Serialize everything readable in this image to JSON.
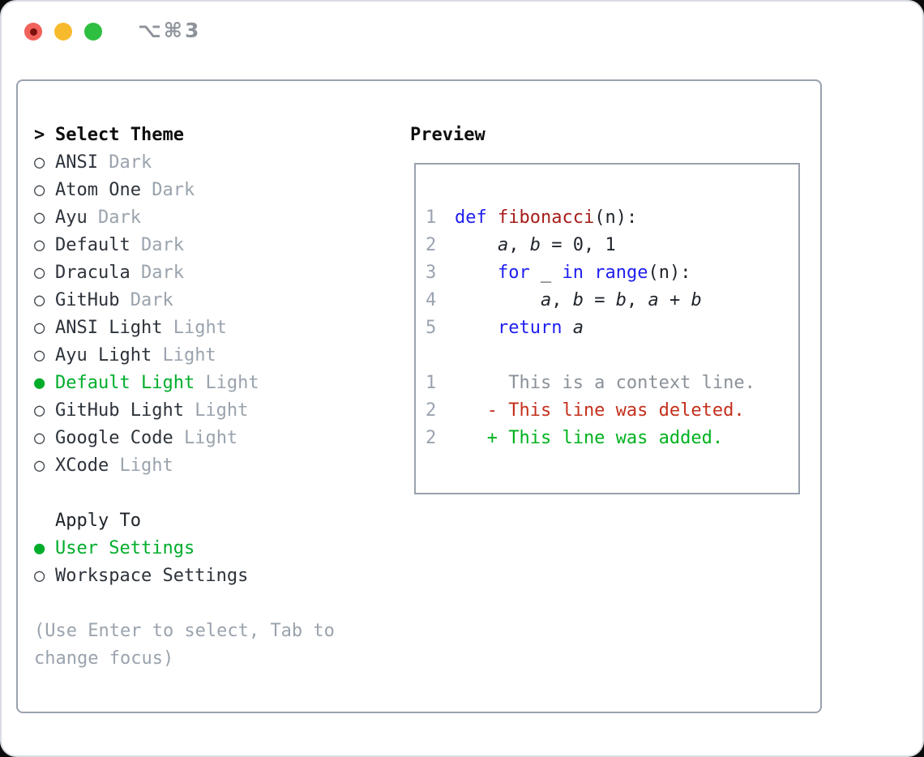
{
  "window": {
    "shortcut_label": "⌥⌘3",
    "traffic_lights": [
      "close",
      "minimize",
      "zoom"
    ]
  },
  "colors": {
    "accent_green": "#00ad2b",
    "muted_gray": "#9aa3ad",
    "text_dark": "#2d333b",
    "panel_border": "#99a2ae",
    "keyword_blue": "#1e1ef0",
    "function_red": "#a61d18",
    "deleted_red": "#c4301c",
    "added_green": "#00b21e",
    "context_gray": "#8a9199",
    "traffic_red": "#f1625b",
    "traffic_yellow": "#f8ba2d",
    "traffic_green": "#2fbf40"
  },
  "theme_picker": {
    "prompt": ">",
    "title": "Select Theme",
    "radio_unselected_glyph": "○",
    "radio_selected_glyph": "●",
    "items": [
      {
        "name": "ANSI",
        "variant": "Dark",
        "selected": false
      },
      {
        "name": "Atom One",
        "variant": "Dark",
        "selected": false
      },
      {
        "name": "Ayu",
        "variant": "Dark",
        "selected": false
      },
      {
        "name": "Default",
        "variant": "Dark",
        "selected": false
      },
      {
        "name": "Dracula",
        "variant": "Dark",
        "selected": false
      },
      {
        "name": "GitHub",
        "variant": "Dark",
        "selected": false
      },
      {
        "name": "ANSI Light",
        "variant": "Light",
        "selected": false
      },
      {
        "name": "Ayu Light",
        "variant": "Light",
        "selected": false
      },
      {
        "name": "Default Light",
        "variant": "Light",
        "selected": true
      },
      {
        "name": "GitHub Light",
        "variant": "Light",
        "selected": false
      },
      {
        "name": "Google Code",
        "variant": "Light",
        "selected": false
      },
      {
        "name": "XCode",
        "variant": "Light",
        "selected": false
      }
    ]
  },
  "apply_to": {
    "title": "Apply To",
    "options": [
      {
        "label": "User Settings",
        "selected": true
      },
      {
        "label": "Workspace Settings",
        "selected": false
      }
    ]
  },
  "hint": {
    "text": "(Use Enter to select, Tab to change focus)"
  },
  "preview": {
    "title": "Preview",
    "code_lines": [
      {
        "num": "1",
        "segments": [
          {
            "t": "def",
            "c": "kw"
          },
          {
            "t": " ",
            "c": "p"
          },
          {
            "t": "fibonacci",
            "c": "fn"
          },
          {
            "t": "(n):",
            "c": "p"
          }
        ]
      },
      {
        "num": "2",
        "segments": [
          {
            "t": "    ",
            "c": "p"
          },
          {
            "t": "a",
            "c": "var"
          },
          {
            "t": ", ",
            "c": "p"
          },
          {
            "t": "b",
            "c": "var"
          },
          {
            "t": " = 0, 1",
            "c": "p"
          }
        ]
      },
      {
        "num": "3",
        "segments": [
          {
            "t": "    ",
            "c": "p"
          },
          {
            "t": "for",
            "c": "kw"
          },
          {
            "t": " _ ",
            "c": "p"
          },
          {
            "t": "in",
            "c": "kw"
          },
          {
            "t": " ",
            "c": "p"
          },
          {
            "t": "range",
            "c": "kw"
          },
          {
            "t": "(n):",
            "c": "p"
          }
        ]
      },
      {
        "num": "4",
        "segments": [
          {
            "t": "        ",
            "c": "p"
          },
          {
            "t": "a",
            "c": "var"
          },
          {
            "t": ", ",
            "c": "p"
          },
          {
            "t": "b",
            "c": "var"
          },
          {
            "t": " = ",
            "c": "p"
          },
          {
            "t": "b",
            "c": "var"
          },
          {
            "t": ", ",
            "c": "p"
          },
          {
            "t": "a",
            "c": "var"
          },
          {
            "t": " + ",
            "c": "p"
          },
          {
            "t": "b",
            "c": "var"
          }
        ]
      },
      {
        "num": "5",
        "segments": [
          {
            "t": "    ",
            "c": "p"
          },
          {
            "t": "return",
            "c": "kw"
          },
          {
            "t": " ",
            "c": "p"
          },
          {
            "t": "a",
            "c": "var"
          }
        ]
      }
    ],
    "diff_lines": [
      {
        "num": "1",
        "marker": " ",
        "text": "This is a context line.",
        "kind": "context"
      },
      {
        "num": "2",
        "marker": "-",
        "text": "This line was deleted.",
        "kind": "deleted"
      },
      {
        "num": "2",
        "marker": "+",
        "text": "This line was added.",
        "kind": "added"
      }
    ]
  }
}
